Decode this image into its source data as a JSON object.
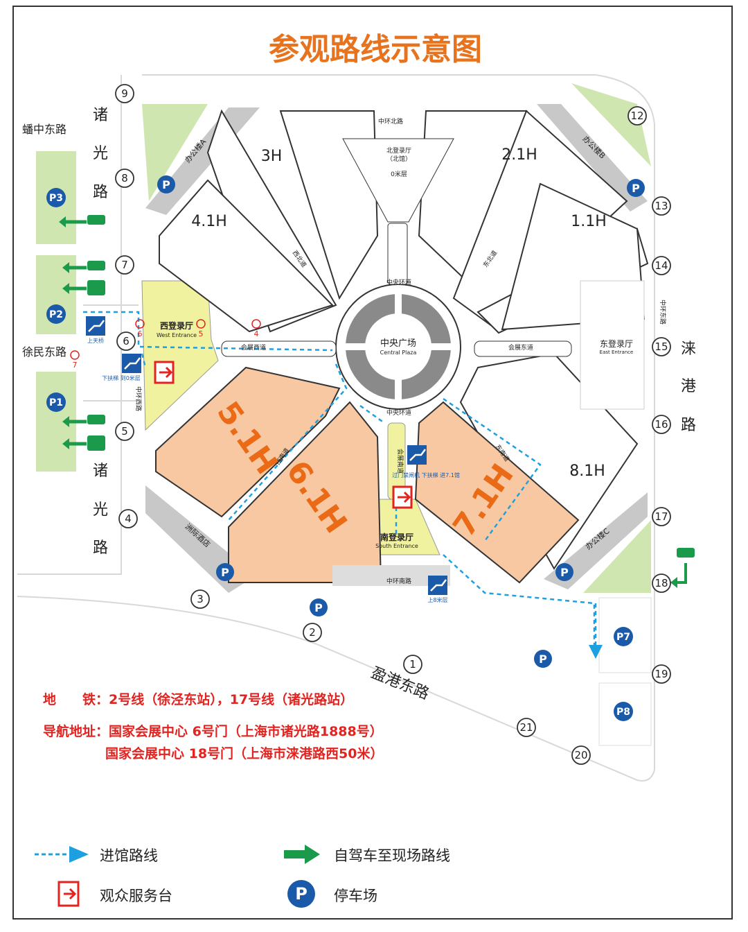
{
  "title": "参观路线示意图",
  "roads": {
    "zhuguang_north": [
      "诸",
      "光",
      "路"
    ],
    "zhuguang_south": [
      "诸",
      "光",
      "路"
    ],
    "laigang": [
      "涞",
      "港",
      "路"
    ],
    "panzhong": "蟠中东路",
    "xumin": "徐民东路",
    "yinggang": "盈港东路",
    "north_ring": "中环北路",
    "south_ring": "中环南路",
    "east_ring": "中环东路",
    "west_ring": "中环西路",
    "central_ring_n": "中央环道",
    "central_ring_s": "中央环道",
    "huizhan_west": "会展西道",
    "huizhan_east": "会展东道",
    "huizhan_south": "会展南道",
    "xinan": "西南道",
    "dongnan": "东南道",
    "xibei": "西北道",
    "dongbei": "东北道"
  },
  "halls": {
    "h3": "3H",
    "h21": "2.1H",
    "h41": "4.1H",
    "h11": "1.1H",
    "h51": "5.1H",
    "h61": "6.1H",
    "h71": "7.1H",
    "h81": "8.1H"
  },
  "places": {
    "central_plaza": "中央广场",
    "central_plaza_en": "Central Plaza",
    "west_entrance": "西登录厅",
    "west_entrance_en": "West Entrance",
    "east_entrance": "东登录厅",
    "east_entrance_en": "East Entrance",
    "south_entrance": "南登录厅",
    "south_entrance_en": "South Entrance",
    "north_entrance": "北登录厅",
    "north_entrance_sub": "（北馆）",
    "north_entrance_level": "0米层",
    "office_a": "办公楼A",
    "office_b": "办公楼B",
    "office_c": "办公楼C",
    "hotel": "洲际酒店",
    "up_bridge": "上天桥",
    "down_escalator": "下扶梯 到0米层",
    "gate_note": "过门禁闸机 下扶梯 进7.1馆",
    "up_8m": "上8米层"
  },
  "parking": [
    "P1",
    "P2",
    "P3",
    "P7",
    "P8"
  ],
  "gates": [
    "1",
    "2",
    "3",
    "4",
    "5",
    "6",
    "7",
    "8",
    "9",
    "12",
    "13",
    "14",
    "15",
    "16",
    "17",
    "18",
    "19",
    "20",
    "21"
  ],
  "metro_stops": [
    "6",
    "5",
    "4",
    "7"
  ],
  "info": {
    "metro_label": "地　　铁：",
    "metro_value": "2号线（徐泾东站），17号线（诸光路站）",
    "nav_label": "导航地址：",
    "nav_value1": "国家会展中心 6号门（上海市诸光路1888号）",
    "nav_value2": "国家会展中心 18号门（上海市涞港路西50米）"
  },
  "legend": {
    "route": "进馆路线",
    "drive": "自驾车至现场路线",
    "service": "观众服务台",
    "parking": "停车场"
  },
  "colors": {
    "title": "#e8731f",
    "hall_highlight": "#f7c8a2",
    "hall_text_highlight": "#ea6a16",
    "green": "#cfe6b0",
    "yellow": "#f0f2a0",
    "gray": "#c8c8c8",
    "blue": "#1a5aa8",
    "route": "#1ea0e0",
    "drive": "#1a9a4a",
    "red": "#e3231f"
  }
}
